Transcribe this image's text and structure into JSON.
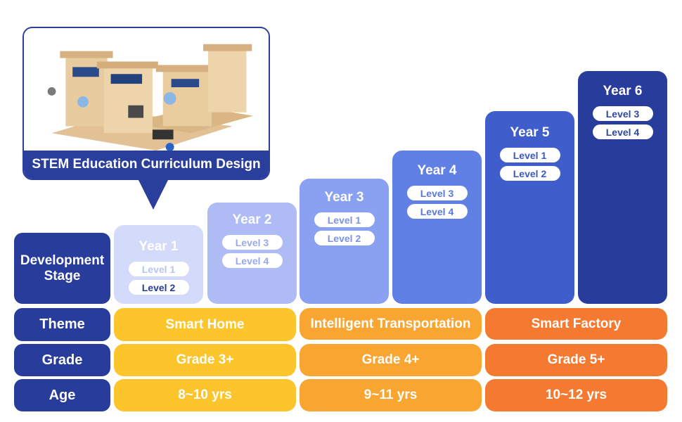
{
  "callout": {
    "title": "STEM Education Curriculum Design"
  },
  "stage_label": "Development Stage",
  "stages": [
    {
      "year": "Year 1",
      "levels": [
        "Level 1",
        "Level 2"
      ]
    },
    {
      "year": "Year 2",
      "levels": [
        "Level 3",
        "Level 4"
      ]
    },
    {
      "year": "Year 3",
      "levels": [
        "Level 1",
        "Level 2"
      ]
    },
    {
      "year": "Year 4",
      "levels": [
        "Level 3",
        "Level 4"
      ]
    },
    {
      "year": "Year 5",
      "levels": [
        "Level 1",
        "Level 2"
      ]
    },
    {
      "year": "Year 6",
      "levels": [
        "Level 3",
        "Level 4"
      ]
    }
  ],
  "rows": {
    "theme": {
      "label": "Theme",
      "values": [
        "Smart Home",
        "Intelligent Transportation",
        "Smart Factory"
      ]
    },
    "grade": {
      "label": "Grade",
      "values": [
        "Grade 3+",
        "Grade 4+",
        "Grade 5+"
      ]
    },
    "age": {
      "label": "Age",
      "values": [
        "8~10 yrs",
        "9~11 yrs",
        "10~12 yrs"
      ]
    }
  },
  "colors": {
    "navy": "#283c9c",
    "yellow": "#fcc52b",
    "orange": "#f9a531",
    "red_orange": "#f37a30"
  }
}
